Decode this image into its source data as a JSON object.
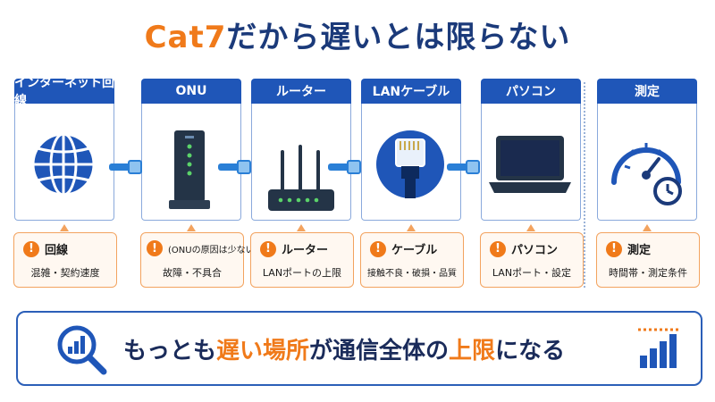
{
  "title": {
    "accent": "Cat7",
    "rest": "だから遅いとは限らない"
  },
  "columns": [
    {
      "label": "インターネット回線"
    },
    {
      "label": "ONU"
    },
    {
      "label": "ルーター"
    },
    {
      "label": "LANケーブル"
    },
    {
      "label": "パソコン"
    },
    {
      "label": "測定"
    }
  ],
  "issues": [
    {
      "title": "回線",
      "desc": "混雑・契約速度"
    },
    {
      "title": "(ONUの原因は少ない)",
      "desc": "故障・不具合"
    },
    {
      "title": "ルーター",
      "desc": "LANポートの上限"
    },
    {
      "title": "ケーブル",
      "desc": "接触不良・破損・品質"
    },
    {
      "title": "パソコン",
      "desc": "LANポート・設定"
    },
    {
      "title": "測定",
      "desc": "時間帯・測定条件"
    }
  ],
  "warning_glyph": "!",
  "banner": {
    "part1": "もっとも",
    "highlight1": "遅い場所",
    "part2": "が通信全体の",
    "highlight2": "上限",
    "part3": "になる"
  },
  "colors": {
    "accent": "#f07a1a",
    "primary": "#1f56b8",
    "navy": "#1b3a7a",
    "cable": "#2a7fd6"
  }
}
